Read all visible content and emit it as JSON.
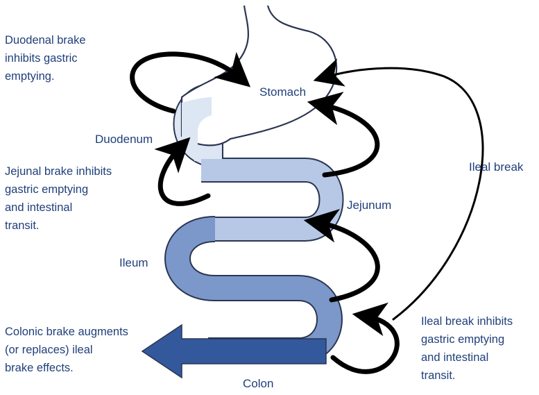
{
  "diagram": {
    "organs": {
      "stomach": "Stomach",
      "duodenum": "Duodenum",
      "jejunum": "Jejunum",
      "ileum": "Ileum",
      "colon": "Colon"
    },
    "ileal_break_label": "Ileal break",
    "annotations": {
      "duodenal": [
        "Duodenal brake",
        "inhibits gastric",
        "emptying."
      ],
      "jejunal": [
        "Jejunal brake inhibits",
        "gastric emptying",
        "and intestinal",
        "transit."
      ],
      "colonic": [
        "Colonic brake augments",
        "(or replaces) ileal",
        "brake effects."
      ],
      "ileal": [
        "Ileal break inhibits",
        "gastric emptying",
        "and intestinal",
        "transit."
      ]
    },
    "colors": {
      "text": "#1f3f7a",
      "outline": "#2a3550",
      "duodenum_fill": "#dde6f3",
      "jejunum_fill": "#b7c8e6",
      "ileum_fill": "#7c97c9",
      "colon_fill": "#34589c",
      "arrow": "#000000"
    }
  }
}
